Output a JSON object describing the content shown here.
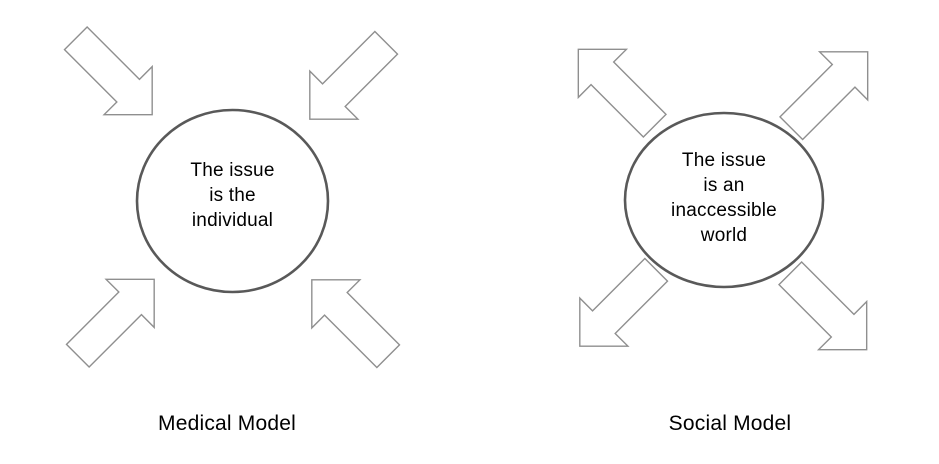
{
  "diagrams": [
    {
      "id": "medical-model",
      "circle_text": "The issue\nis the\nindividual",
      "caption": "Medical Model",
      "arrow_direction": "inward",
      "arrow_count": 4
    },
    {
      "id": "social-model",
      "circle_text": "The issue\nis an\ninaccessible\nworld",
      "caption": "Social Model",
      "arrow_direction": "outward",
      "arrow_count": 4
    }
  ],
  "colors": {
    "background": "#FFFFFF",
    "circle_stroke": "#595959",
    "arrow_stroke": "#8F8F8F",
    "arrow_fill": "#FFFFFF",
    "text": "#000000"
  }
}
